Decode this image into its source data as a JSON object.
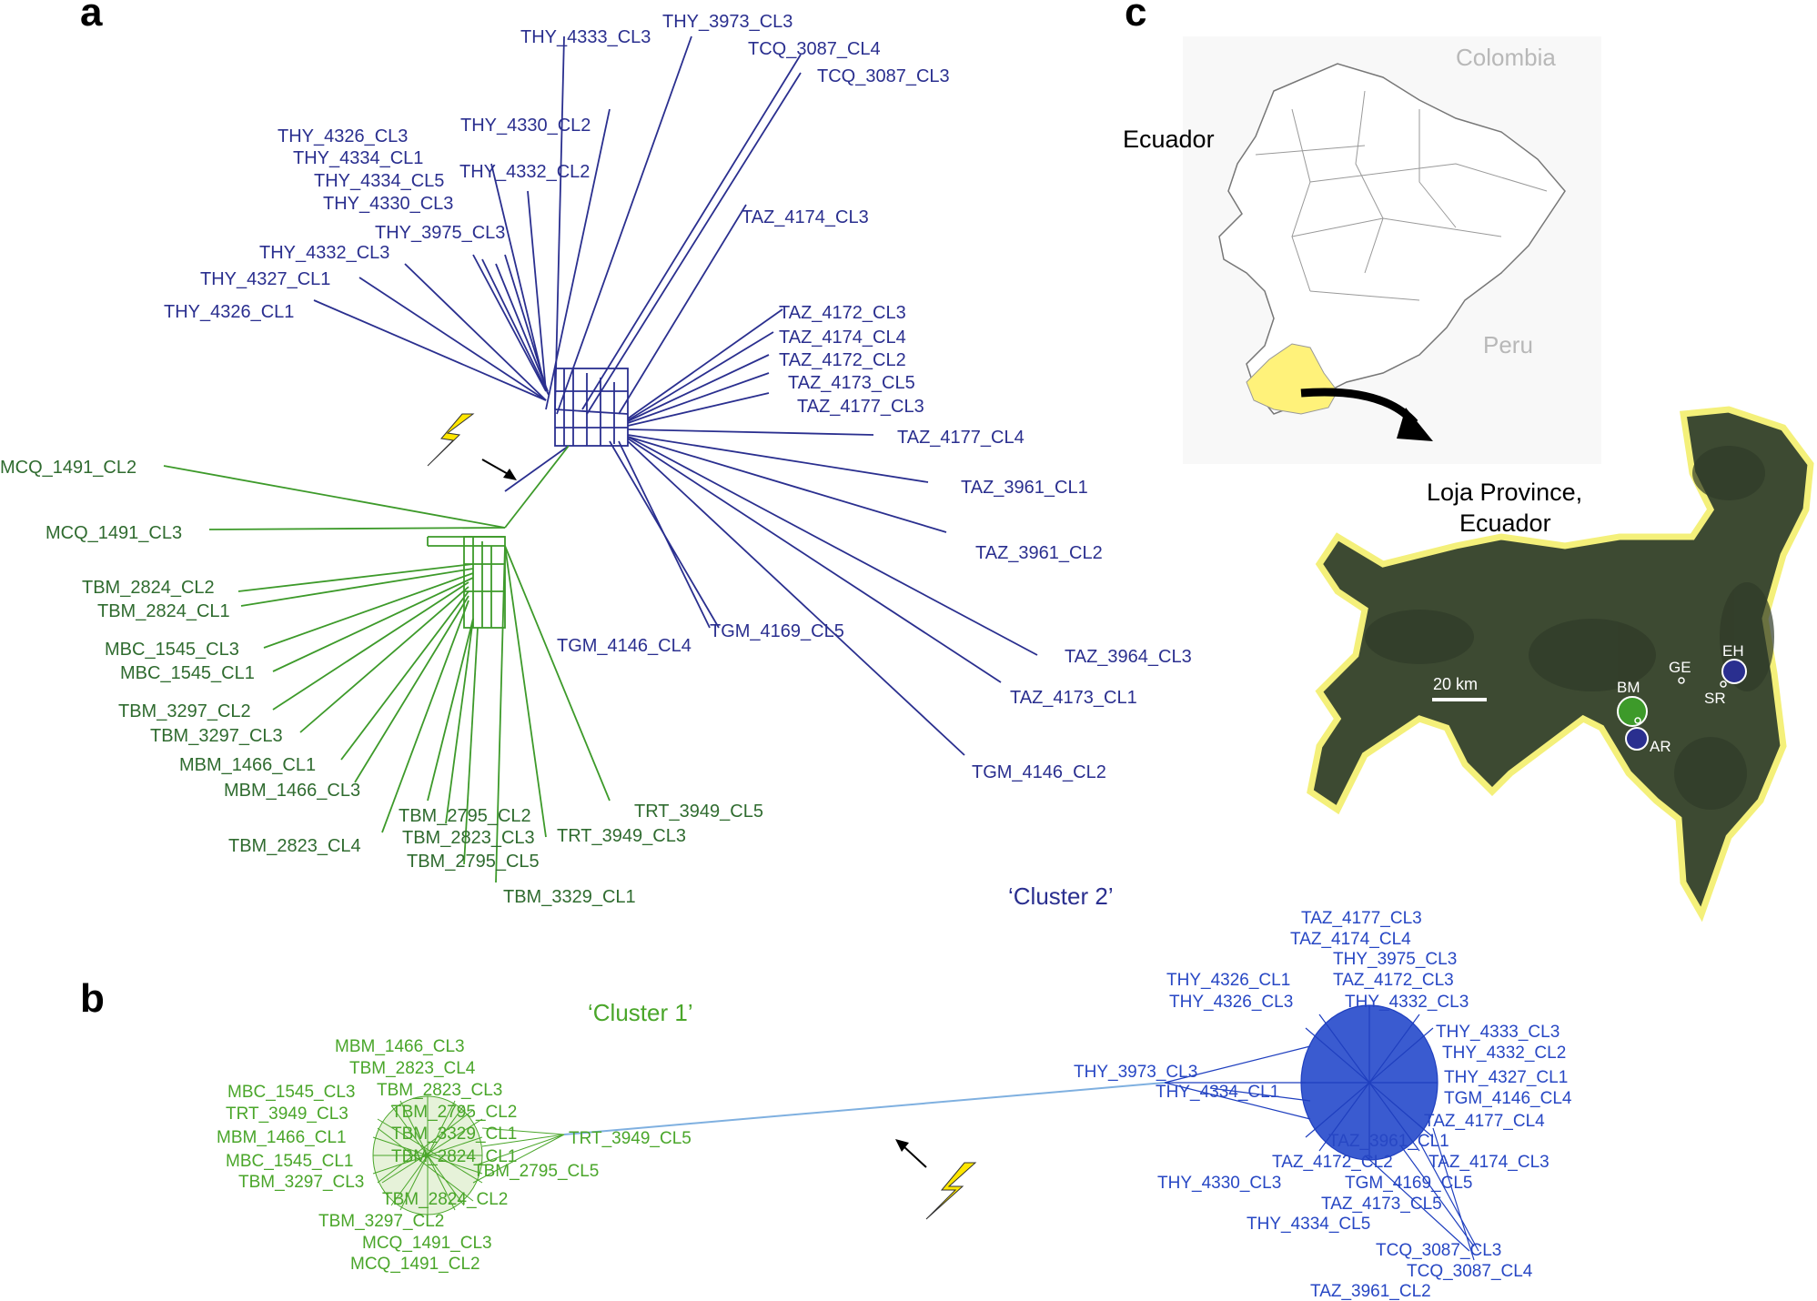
{
  "panels": {
    "a": "a",
    "b": "b",
    "c": "c"
  },
  "panel_a": {
    "blue_labels": [
      "THY_4333_CL3",
      "THY_3973_CL3",
      "TCQ_3087_CL4",
      "TCQ_3087_CL3",
      "THY_4330_CL2",
      "THY_4326_CL3",
      "THY_4334_CL1",
      "THY_4334_CL5",
      "THY_4332_CL2",
      "THY_4330_CL3",
      "THY_3975_CL3",
      "THY_4332_CL3",
      "THY_4327_CL1",
      "THY_4326_CL1",
      "TAZ_4174_CL3",
      "TAZ_4172_CL3",
      "TAZ_4174_CL4",
      "TAZ_4172_CL2",
      "TAZ_4173_CL5",
      "TAZ_4177_CL3",
      "TAZ_4177_CL4",
      "TAZ_3961_CL1",
      "TAZ_3961_CL2",
      "TGM_4146_CL4",
      "TGM_4169_CL5",
      "TAZ_3964_CL3",
      "TAZ_4173_CL1",
      "TGM_4146_CL2"
    ],
    "green_labels": [
      "MCQ_1491_CL2",
      "MCQ_1491_CL3",
      "TBM_2824_CL2",
      "TBM_2824_CL1",
      "MBC_1545_CL3",
      "MBC_1545_CL1",
      "TBM_3297_CL2",
      "TBM_3297_CL3",
      "MBM_1466_CL1",
      "MBM_1466_CL3",
      "TBM_2823_CL4",
      "TBM_2795_CL2",
      "TBM_2823_CL3",
      "TBM_2795_CL5",
      "TRT_3949_CL3",
      "TRT_3949_CL5",
      "TBM_3329_CL1"
    ]
  },
  "panel_b": {
    "cluster1_title": "‘Cluster 1’",
    "cluster2_title": "‘Cluster 2’",
    "green_labels": [
      "MBM_1466_CL3",
      "TBM_2823_CL4",
      "MBC_1545_CL3",
      "TBM_2823_CL3",
      "TRT_3949_CL3",
      "TBM_2795_CL2",
      "MBM_1466_CL1",
      "TBM_3329_CL1",
      "TRT_3949_CL5",
      "MBC_1545_CL1",
      "TBM_2824_CL1",
      "TBM_3297_CL3",
      "TBM_2795_CL5",
      "TBM_2824_CL2",
      "TBM_3297_CL2",
      "MCQ_1491_CL3",
      "MCQ_1491_CL2"
    ],
    "blue_labels": [
      "TAZ_4177_CL3",
      "TAZ_4174_CL4",
      "THY_3975_CL3",
      "THY_4326_CL1",
      "TAZ_4172_CL3",
      "THY_4326_CL3",
      "THY_4332_CL3",
      "THY_4333_CL3",
      "THY_4332_CL2",
      "THY_3973_CL3",
      "THY_4327_CL1",
      "THY_4334_CL1",
      "TGM_4146_CL4",
      "TAZ_4177_CL4",
      "TAZ_3961_CL1",
      "TAZ_4172_CL2",
      "TAZ_4174_CL3",
      "THY_4330_CL3",
      "TGM_4169_CL5",
      "TAZ_4173_CL5",
      "THY_4334_CL5",
      "TCQ_3087_CL3",
      "TCQ_3087_CL4",
      "TAZ_3961_CL2"
    ]
  },
  "panel_c": {
    "colombia": "Colombia",
    "ecuador": "Ecuador",
    "peru": "Peru",
    "loja_line1": "Loja Province,",
    "loja_line2": "Ecuador",
    "scale": "20 km",
    "sites": {
      "BM": "BM",
      "GE": "GE",
      "EH": "EH",
      "SR": "SR",
      "AR": "AR"
    }
  },
  "colors": {
    "cluster1": "#3d9a2a",
    "cluster2": "#2a2f8f",
    "cluster2_net": "#1f3fbf",
    "loja": "#fff27a",
    "lightning": "#ffe600"
  }
}
